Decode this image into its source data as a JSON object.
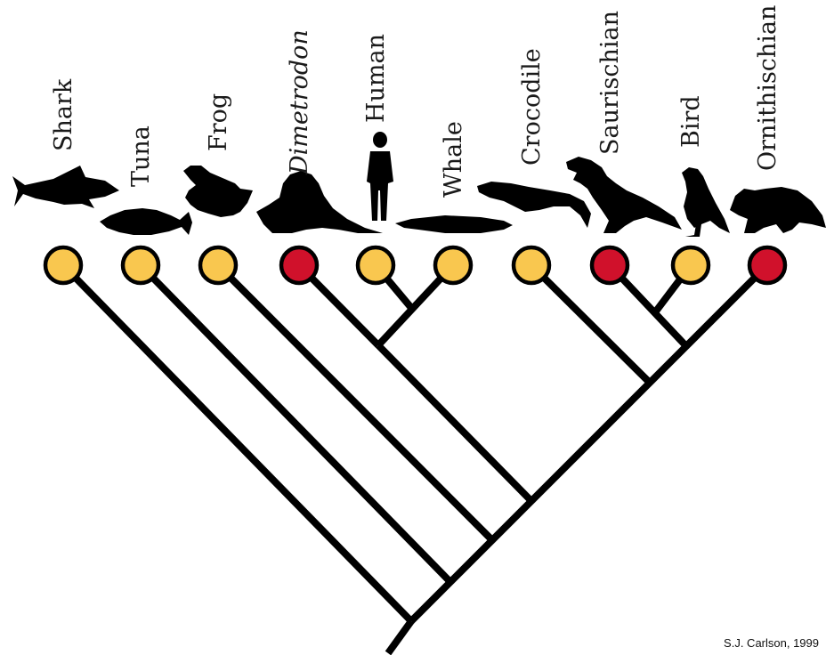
{
  "taxa": [
    {
      "label": "Shark",
      "italic": false,
      "state": "yellow",
      "icon": "shark-icon"
    },
    {
      "label": "Tuna",
      "italic": false,
      "state": "yellow",
      "icon": "tuna-icon"
    },
    {
      "label": "Frog",
      "italic": false,
      "state": "yellow",
      "icon": "frog-icon"
    },
    {
      "label": "Dimetrodon",
      "italic": true,
      "state": "red",
      "icon": "dimetrodon-icon"
    },
    {
      "label": "Human",
      "italic": false,
      "state": "yellow",
      "icon": "human-icon"
    },
    {
      "label": "Whale",
      "italic": false,
      "state": "yellow",
      "icon": "whale-icon"
    },
    {
      "label": "Crocodile",
      "italic": false,
      "state": "yellow",
      "icon": "crocodile-icon"
    },
    {
      "label": "Saurischian",
      "italic": false,
      "state": "red",
      "icon": "saurischian-icon"
    },
    {
      "label": "Bird",
      "italic": false,
      "state": "yellow",
      "icon": "bird-icon"
    },
    {
      "label": "Ornithischian",
      "italic": false,
      "state": "red",
      "icon": "ornithischian-icon"
    }
  ],
  "colors": {
    "yellow": "#F9C74F",
    "red": "#D0112B",
    "branch": "#000000"
  },
  "credit": "S.J. Carlson, 1999"
}
